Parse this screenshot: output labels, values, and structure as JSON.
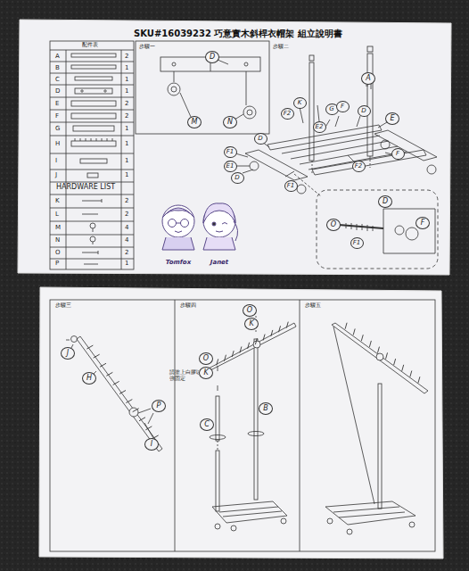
{
  "diagram": {
    "title": "SKU#16039232 巧意實木斜桿衣帽架 組立說明書",
    "labels": [
      "配件表",
      "A",
      "2",
      "B",
      "1",
      "C",
      "1",
      "D",
      "1",
      "E",
      "2",
      "F",
      "2",
      "G",
      "1",
      "H",
      "1",
      "I",
      "1",
      "J",
      "1",
      "HARDWARE LIST",
      "K",
      "2",
      "L",
      "2",
      "M",
      "4",
      "N",
      "4",
      "O",
      "2",
      "P",
      "1",
      "步驟一",
      "D",
      "M",
      "N",
      "步驟二",
      "A",
      "K",
      "F2",
      "E2",
      "G",
      "F",
      "D",
      "E",
      "D",
      "F1",
      "E1",
      "D",
      "F1",
      "F2",
      "F",
      "D",
      "O",
      "F1",
      "F",
      "Tomfox",
      "Janet",
      "步驟三",
      "J",
      "H",
      "P",
      "I",
      "請塗上白膠以加強固定",
      "步驟四",
      "O",
      "K",
      "O",
      "K",
      "C",
      "B",
      "步驟五"
    ]
  }
}
